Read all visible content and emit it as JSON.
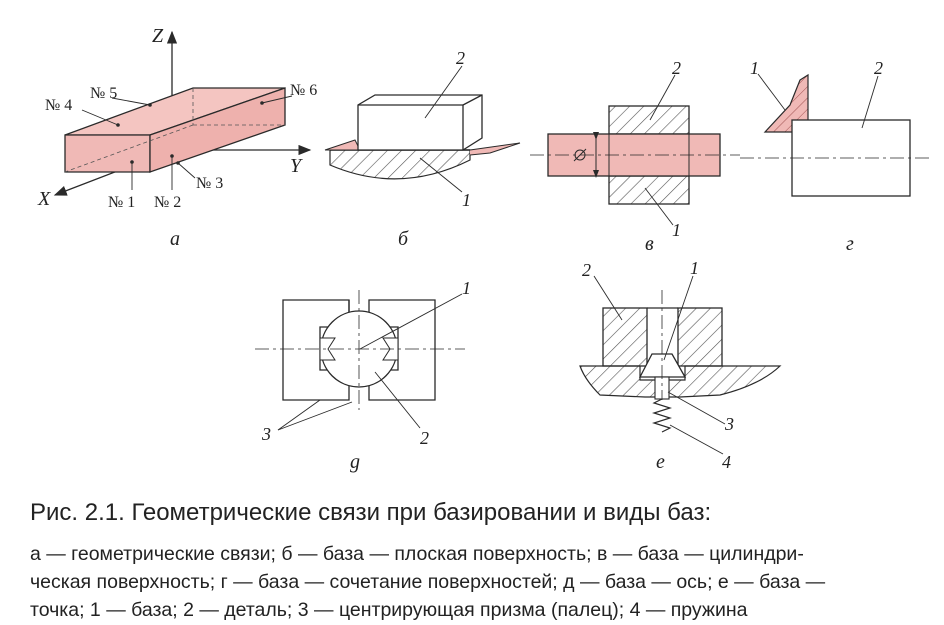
{
  "figure": {
    "panel_labels": {
      "a": "а",
      "b": "б",
      "v": "в",
      "g": "г",
      "d": "g",
      "e": "е"
    },
    "axes": {
      "z": "Z",
      "y": "Y",
      "x": "X"
    },
    "surfaces": {
      "n1": "№ 1",
      "n2": "№ 2",
      "n3": "№ 3",
      "n4": "№ 4",
      "n5": "№ 5",
      "n6": "№ 6"
    },
    "callouts": {
      "b_2": "2",
      "b_1": "1",
      "v_2": "2",
      "v_1": "1",
      "g_1": "1",
      "g_2": "2",
      "d_1": "1",
      "d_2": "2",
      "d_3": "3",
      "e_2": "2",
      "e_1": "1",
      "e_3": "3",
      "e_4": "4"
    },
    "colors": {
      "fill_pink": "#f0b9b6",
      "line": "#2a2a2a",
      "hatch": "#555555"
    }
  },
  "caption": {
    "title": "Рис. 2.1. Геометрические связи при базировании и виды баз:",
    "lines": [
      "а — геометрические связи; б — база — плоская поверхность; в — база — цилиндри-",
      "ческая поверхность; г — база — сочетание поверхностей; д — база — ось; е — база —",
      "точка; 1 — база; 2 — деталь; 3 — центрирующая призма (палец); 4 — пружина"
    ]
  }
}
